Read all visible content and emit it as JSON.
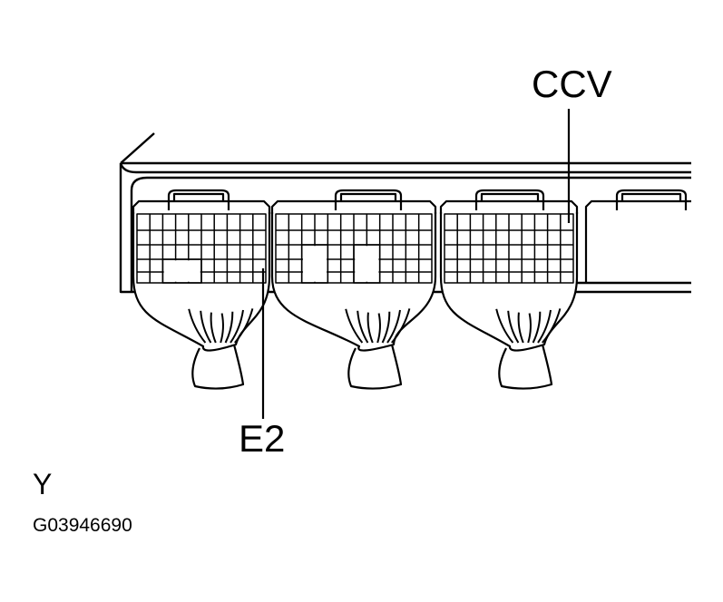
{
  "labels": {
    "ccv": "CCV",
    "e2": "E2",
    "view_letter": "Y",
    "figure_code": "G03946690"
  },
  "colors": {
    "ink": "#000000",
    "paper": "#ffffff"
  }
}
